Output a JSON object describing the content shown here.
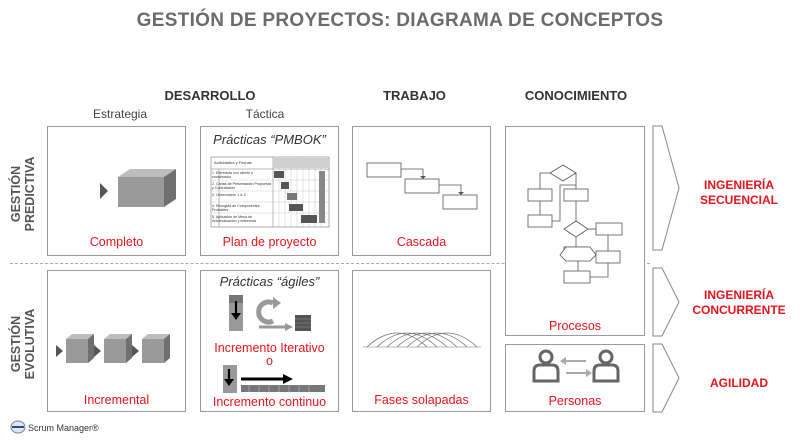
{
  "title": "GESTIÓN DE PROYECTOS: DIAGRAMA DE CONCEPTOS",
  "columns": {
    "desarrollo": "DESARROLLO",
    "estrategia": "Estrategia",
    "tactica": "Táctica",
    "trabajo": "TRABAJO",
    "conocimiento": "CONOCIMIENTO"
  },
  "rows": {
    "predictiva": "GESTIÓN\nPREDICTIVA",
    "evolutiva": "GESTIÓN\nEVOLUTIVA"
  },
  "cells": {
    "completo": "Completo",
    "plan_header": "Prácticas “PMBOK”",
    "plan": "Plan de proyecto",
    "cascada": "Cascada",
    "procesos": "Procesos",
    "incremental": "Incremental",
    "agiles_header": "Prácticas “ágiles”",
    "incremento_iterativo": "Incremento Iterativo",
    "o": "o",
    "incremento_continuo": "Incremento continuo",
    "fases": "Fases solapadas",
    "personas": "Personas"
  },
  "gantt": {
    "header": "Actividades y Fechas",
    "rows": [
      {
        "num": "1",
        "text": "Entrevista con cliente y coordinador"
      },
      {
        "num": "2",
        "text": "Cartas de Presentación Propuesta y Contratación"
      },
      {
        "num": "3",
        "text": "Observación 1 & 2"
      },
      {
        "num": "4",
        "text": "Recogida de Componentes Probables"
      },
      {
        "num": "5",
        "text": "Aplicación de Mesa de Autoevaluación y entrevista"
      }
    ]
  },
  "results": {
    "secuencial": "INGENIERÍA\nSECUENCIAL",
    "concurrente": "INGENIERÍA\nCONCURRENTE",
    "agilidad": "AGILIDAD"
  },
  "footer": "Scrum Manager®",
  "colors": {
    "accent": "#e8141c",
    "border": "#9a9a9a",
    "block": "#8c8c8c"
  }
}
